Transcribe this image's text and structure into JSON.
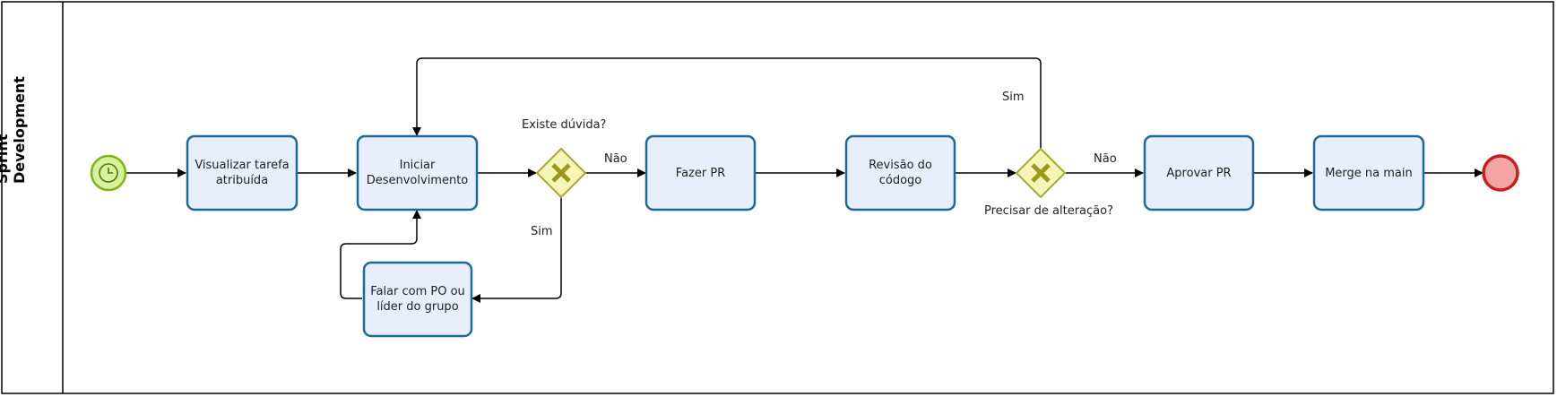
{
  "pool": {
    "lane_title": "Sprint Development"
  },
  "tasks": {
    "visualizar": "Visualizar tarefa\natribuída",
    "iniciar": "Iniciar\nDesenvolvimento",
    "falar": "Falar com PO ou\nlíder do grupo",
    "fazer_pr": "Fazer PR",
    "revisao": "Revisão do\ncódogo",
    "aprovar_pr": "Aprovar PR",
    "merge": "Merge na main"
  },
  "gateways": {
    "duvida": "Existe dúvida?",
    "alteracao": "Precisar de alteração?"
  },
  "edge_labels": {
    "duvida_nao": "Não",
    "duvida_sim": "Sim",
    "alteracao_sim": "Sim",
    "alteracao_nao": "Não"
  },
  "events": {
    "start": "timer-start-event",
    "end": "end-event"
  },
  "colors": {
    "task_fill": "#e8eefc",
    "task_stroke": "#1a6a9a",
    "gateway_fill": "#f5f5b8",
    "gateway_stroke": "#a8a832",
    "start_fill": "#d7f29b",
    "start_stroke": "#7cb518",
    "end_fill": "#f2a3a3",
    "end_stroke": "#c81e1e"
  }
}
